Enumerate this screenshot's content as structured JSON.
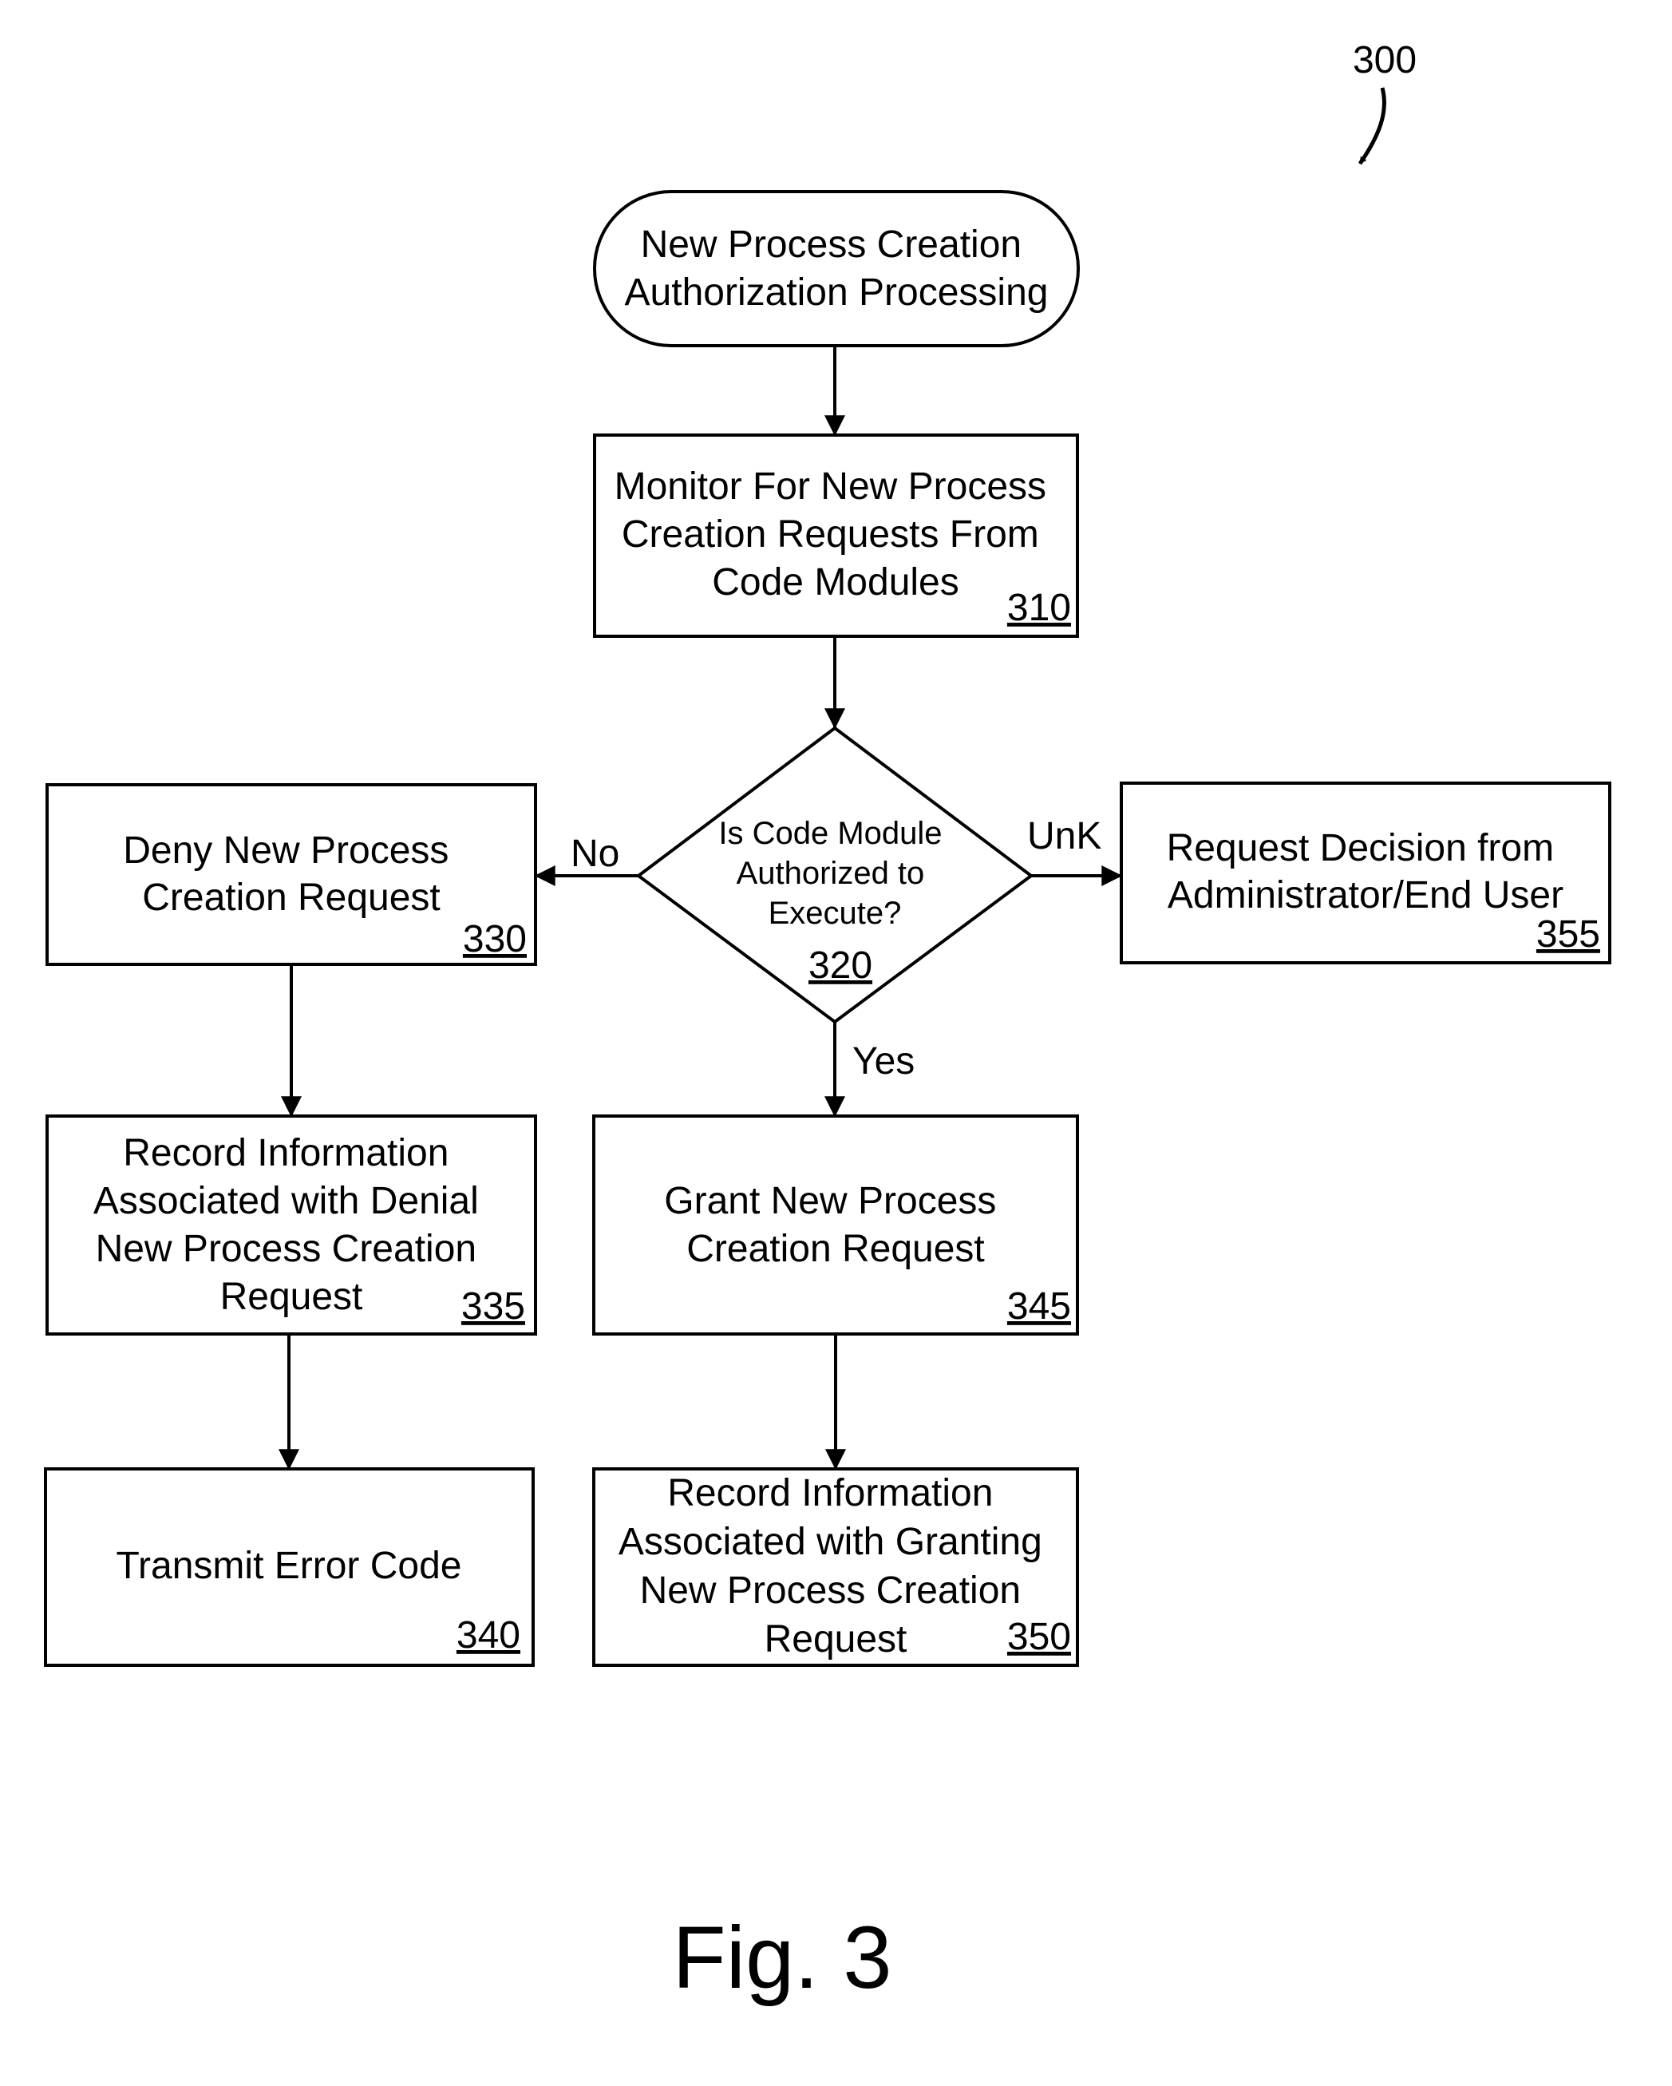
{
  "figure": {
    "number": "300",
    "caption": "Fig. 3"
  },
  "nodes": {
    "start": {
      "lines": [
        "New Process Creation",
        "Authorization Processing"
      ]
    },
    "monitor": {
      "lines": [
        "Monitor For New Process",
        "Creation Requests From",
        "Code Modules"
      ],
      "ref": "310"
    },
    "decision": {
      "lines": [
        "Is Code Module",
        "Authorized to",
        "Execute?"
      ],
      "ref": "320"
    },
    "deny": {
      "lines": [
        "Deny New Process",
        "Creation Request"
      ],
      "ref": "330"
    },
    "record_denial": {
      "lines": [
        "Record Information",
        "Associated with Denial",
        "New Process Creation",
        "Request"
      ],
      "ref": "335"
    },
    "transmit_error": {
      "lines": [
        "Transmit Error Code"
      ],
      "ref": "340"
    },
    "grant": {
      "lines": [
        "Grant New Process",
        "Creation Request"
      ],
      "ref": "345"
    },
    "record_grant": {
      "lines": [
        "Record Information",
        "Associated with Granting",
        "New Process Creation",
        "Request"
      ],
      "ref": "350"
    },
    "request_decision": {
      "lines": [
        "Request Decision from",
        "Administrator/End User"
      ],
      "ref": "355"
    }
  },
  "edges": {
    "no": "No",
    "yes": "Yes",
    "unknown": "UnK"
  }
}
